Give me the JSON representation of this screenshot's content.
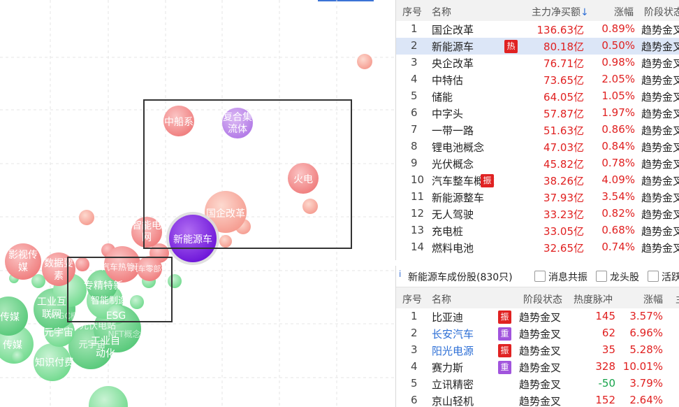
{
  "bubble_chart": {
    "bubbles": [
      {
        "label": "中船系",
        "color": "red"
      },
      {
        "label": "复合集\n流体",
        "color": "purple"
      },
      {
        "label": "火电",
        "color": "red"
      },
      {
        "label": "国企改革",
        "color": "red"
      },
      {
        "label": "新能源车",
        "color": "purple-selected"
      },
      {
        "label": "智能电\n网",
        "color": "red"
      },
      {
        "label": "影视传\n媒",
        "color": "red"
      },
      {
        "label": "数据要\n素",
        "color": "red"
      },
      {
        "label": "汽车热管理",
        "color": "red"
      },
      {
        "label": "汽车零部件",
        "color": "red"
      },
      {
        "label": "传媒",
        "color": "green"
      },
      {
        "label": "工业互\n联网",
        "color": "green"
      },
      {
        "label": "专精特新",
        "color": "green"
      },
      {
        "label": "智能制造",
        "color": "green"
      },
      {
        "label": "元宇宙",
        "color": "green"
      },
      {
        "label": "ESG",
        "color": "green"
      },
      {
        "label": "光伏电站",
        "color": "green"
      },
      {
        "label": "元宇宙",
        "color": "green"
      },
      {
        "label": "传媒",
        "color": "green"
      },
      {
        "label": "工业自\n动化",
        "color": "green"
      },
      {
        "label": "知识付费",
        "color": "green"
      },
      {
        "label": "NFT概念",
        "color": "green"
      },
      {
        "label": "AIGC概念",
        "color": "green"
      }
    ]
  },
  "ranking": {
    "columns": {
      "num": "序号",
      "name": "名称",
      "flow": "主力净买额",
      "sort_arrow": "↓",
      "chg": "涨幅",
      "stage": "阶段状态"
    },
    "rows": [
      {
        "num": "1",
        "name": "国企改革",
        "badge": "",
        "flow": "136.63亿",
        "chg": "0.89%",
        "stage": "趋势金叉"
      },
      {
        "num": "2",
        "name": "新能源车",
        "badge": "热",
        "flow": "80.18亿",
        "chg": "0.50%",
        "stage": "趋势金叉"
      },
      {
        "num": "3",
        "name": "央企改革",
        "badge": "",
        "flow": "76.71亿",
        "chg": "0.98%",
        "stage": "趋势金叉"
      },
      {
        "num": "4",
        "name": "中特估",
        "badge": "",
        "flow": "73.65亿",
        "chg": "2.05%",
        "stage": "趋势金叉"
      },
      {
        "num": "5",
        "name": "储能",
        "badge": "",
        "flow": "64.05亿",
        "chg": "1.05%",
        "stage": "趋势金叉"
      },
      {
        "num": "6",
        "name": "中字头",
        "badge": "",
        "flow": "57.87亿",
        "chg": "1.97%",
        "stage": "趋势金叉"
      },
      {
        "num": "7",
        "name": "一带一路",
        "badge": "",
        "flow": "51.63亿",
        "chg": "0.86%",
        "stage": "趋势金叉"
      },
      {
        "num": "8",
        "name": "锂电池概念",
        "badge": "",
        "flow": "47.03亿",
        "chg": "0.84%",
        "stage": "趋势金叉"
      },
      {
        "num": "9",
        "name": "光伏概念",
        "badge": "",
        "flow": "45.82亿",
        "chg": "0.78%",
        "stage": "趋势金叉"
      },
      {
        "num": "10",
        "name": "汽车整车概念",
        "badge": "振",
        "flow": "38.26亿",
        "chg": "4.09%",
        "stage": "趋势金叉"
      },
      {
        "num": "11",
        "name": "新能源整车",
        "badge": "",
        "flow": "37.93亿",
        "chg": "3.54%",
        "stage": "趋势金叉"
      },
      {
        "num": "12",
        "name": "无人驾驶",
        "badge": "",
        "flow": "33.23亿",
        "chg": "0.82%",
        "stage": "趋势金叉"
      },
      {
        "num": "13",
        "name": "充电桩",
        "badge": "",
        "flow": "33.05亿",
        "chg": "0.68%",
        "stage": "趋势金叉"
      },
      {
        "num": "14",
        "name": "燃料电池",
        "badge": "",
        "flow": "32.65亿",
        "chg": "0.74%",
        "stage": "趋势金叉"
      }
    ]
  },
  "stocks": {
    "title": "新能源车成份股(830只)",
    "filters": [
      "消息共振",
      "龙头股",
      "活跃"
    ],
    "columns": {
      "num": "序号",
      "name": "名称",
      "stage": "阶段状态",
      "heat": "热度脉冲",
      "chg": "涨幅",
      "extra": "主"
    },
    "rows": [
      {
        "num": "1",
        "name": "比亚迪",
        "link": false,
        "badge": "振",
        "badge_color": "red",
        "stage": "趋势金叉",
        "heat": "145",
        "chg": "3.57%"
      },
      {
        "num": "2",
        "name": "长安汽车",
        "link": true,
        "badge": "重",
        "badge_color": "purple",
        "stage": "趋势金叉",
        "heat": "62",
        "chg": "6.96%"
      },
      {
        "num": "3",
        "name": "阳光电源",
        "link": true,
        "badge": "振",
        "badge_color": "red",
        "stage": "趋势金叉",
        "heat": "35",
        "chg": "5.28%"
      },
      {
        "num": "4",
        "name": "赛力斯",
        "link": false,
        "badge": "重",
        "badge_color": "purple",
        "stage": "趋势金叉",
        "heat": "328",
        "chg": "10.01%"
      },
      {
        "num": "5",
        "name": "立讯精密",
        "link": false,
        "badge": "",
        "badge_color": "",
        "stage": "趋势金叉",
        "heat": "-50",
        "chg": "3.79%"
      },
      {
        "num": "6",
        "name": "京山轻机",
        "link": false,
        "badge": "",
        "badge_color": "",
        "stage": "趋势金叉",
        "heat": "152",
        "chg": "2.64%"
      }
    ]
  }
}
